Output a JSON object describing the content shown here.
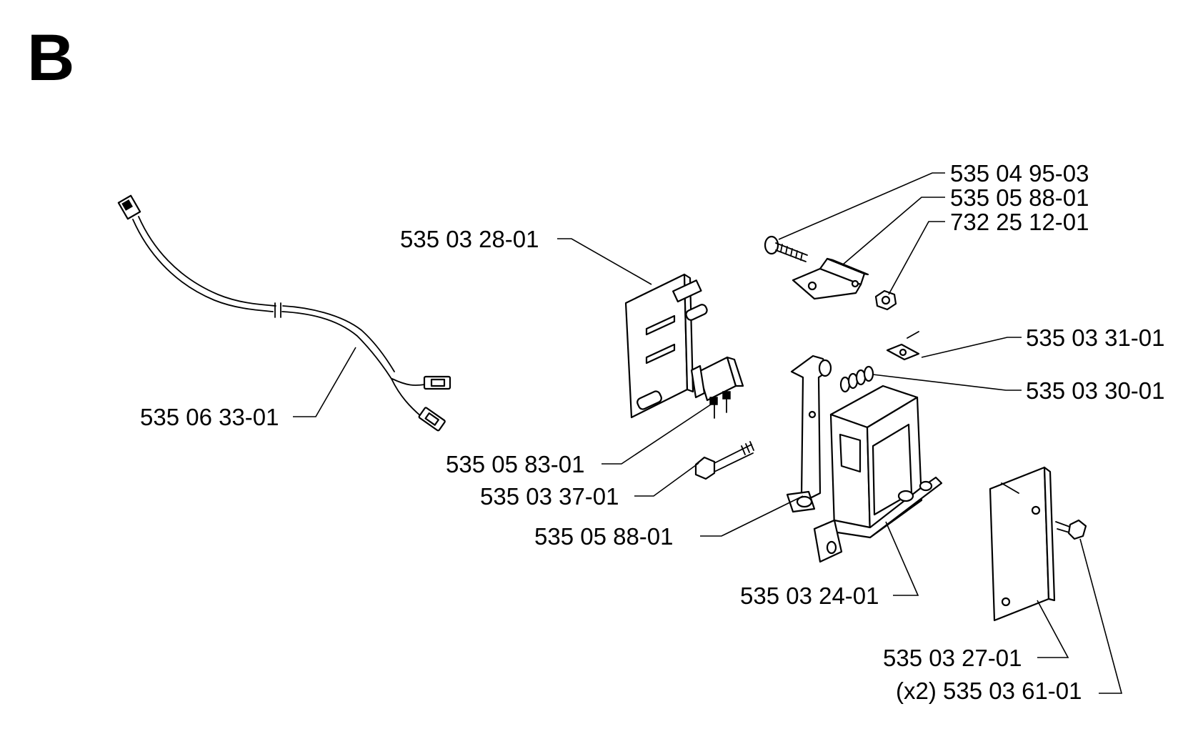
{
  "section": "B",
  "labels": {
    "screw_top": "535 04 95-03",
    "bracket_top": "535 05 88-01",
    "nut_top": "732 25 12-01",
    "plate_bracket": "535 03 28-01",
    "cable": "535 06 33-01",
    "pad": "535 03 31-01",
    "spring": "535 03 30-01",
    "microswitch": "535 05 83-01",
    "bolt": "535 03 37-01",
    "bracket_lower": "535 05 88-01",
    "housing": "535 03 24-01",
    "cover": "535 03 27-01",
    "cover_screw": "(x2) 535 03 61-01"
  }
}
